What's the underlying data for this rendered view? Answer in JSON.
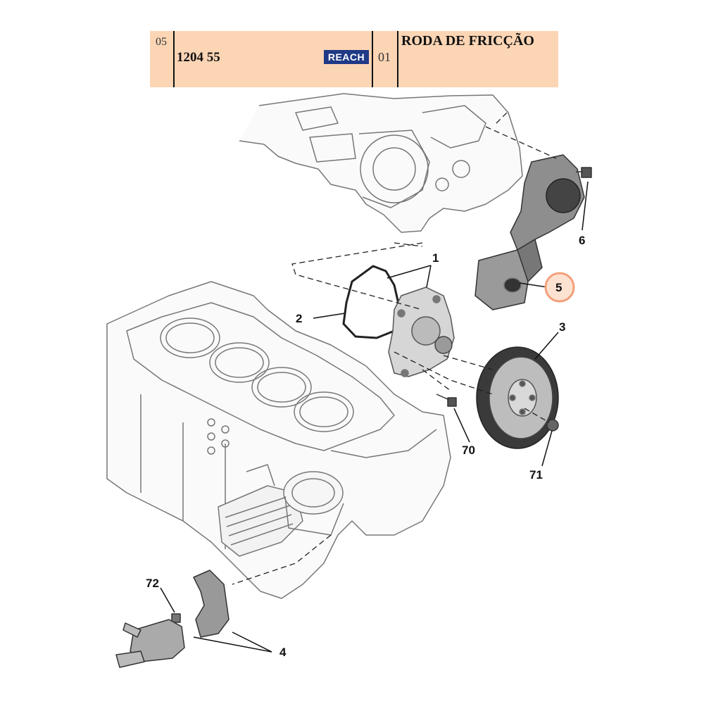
{
  "header": {
    "index": "05",
    "reference": "1204 55",
    "badge": "REACH",
    "quantity": "01",
    "description": "RODA DE FRICÇÃO"
  },
  "callouts": {
    "c1": "1",
    "c2": "2",
    "c3": "3",
    "c4": "4",
    "c5": "5",
    "c6": "6",
    "c70": "70",
    "c71": "71",
    "c72": "72"
  },
  "colors": {
    "header_bg": "#fcd5b5",
    "badge_bg": "#1f3a86",
    "highlight": "#f3a07a"
  }
}
